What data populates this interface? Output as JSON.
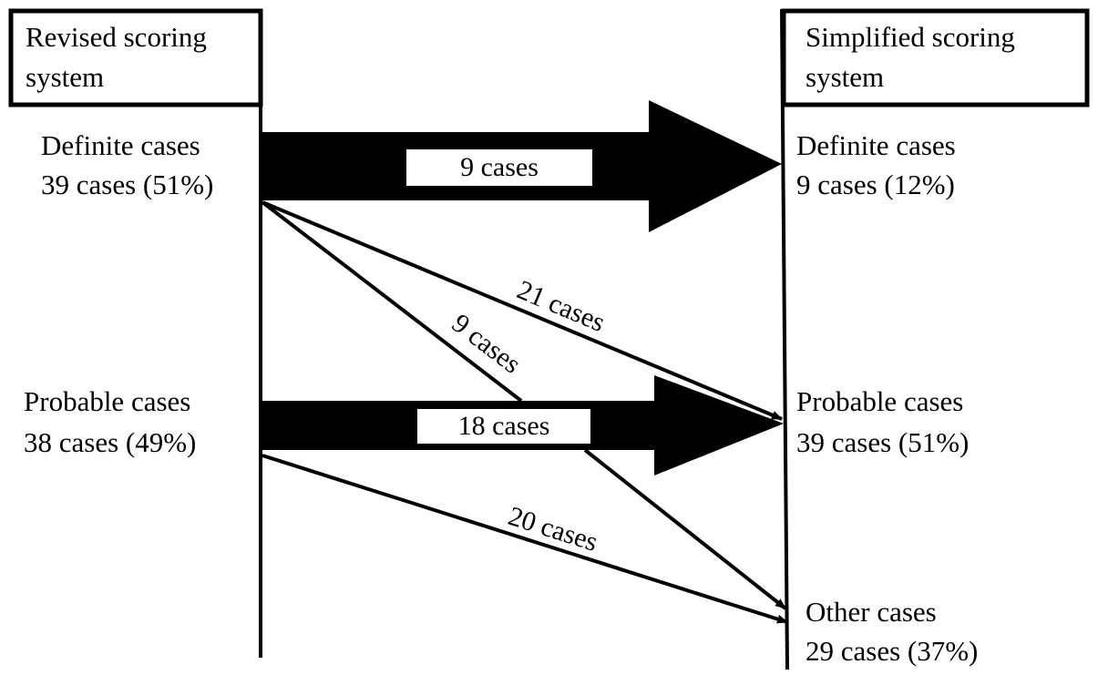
{
  "left_header": {
    "line1": "Revised scoring",
    "line2": "system"
  },
  "right_header": {
    "line1": "Simplified scoring",
    "line2": "system"
  },
  "left_nodes": [
    {
      "name": "Definite cases",
      "count": "39 cases (51%)"
    },
    {
      "name": "Probable cases",
      "count": "38 cases (49%)"
    }
  ],
  "right_nodes": [
    {
      "name": "Definite cases",
      "count": "9 cases (12%)"
    },
    {
      "name": "Probable cases",
      "count": "39 cases (51%)"
    },
    {
      "name": "Other cases",
      "count": "29 cases (37%)"
    }
  ],
  "flows": [
    {
      "from": "Definite cases",
      "to": "Definite cases",
      "label": "9 cases",
      "style": "thick"
    },
    {
      "from": "Definite cases",
      "to": "Probable cases",
      "label": "21 cases",
      "style": "thin"
    },
    {
      "from": "Definite cases",
      "to": "Other cases",
      "label": "9 cases",
      "style": "thin"
    },
    {
      "from": "Probable cases",
      "to": "Probable cases",
      "label": "18 cases",
      "style": "thick"
    },
    {
      "from": "Probable cases",
      "to": "Other cases",
      "label": "20 cases",
      "style": "thin"
    }
  ]
}
